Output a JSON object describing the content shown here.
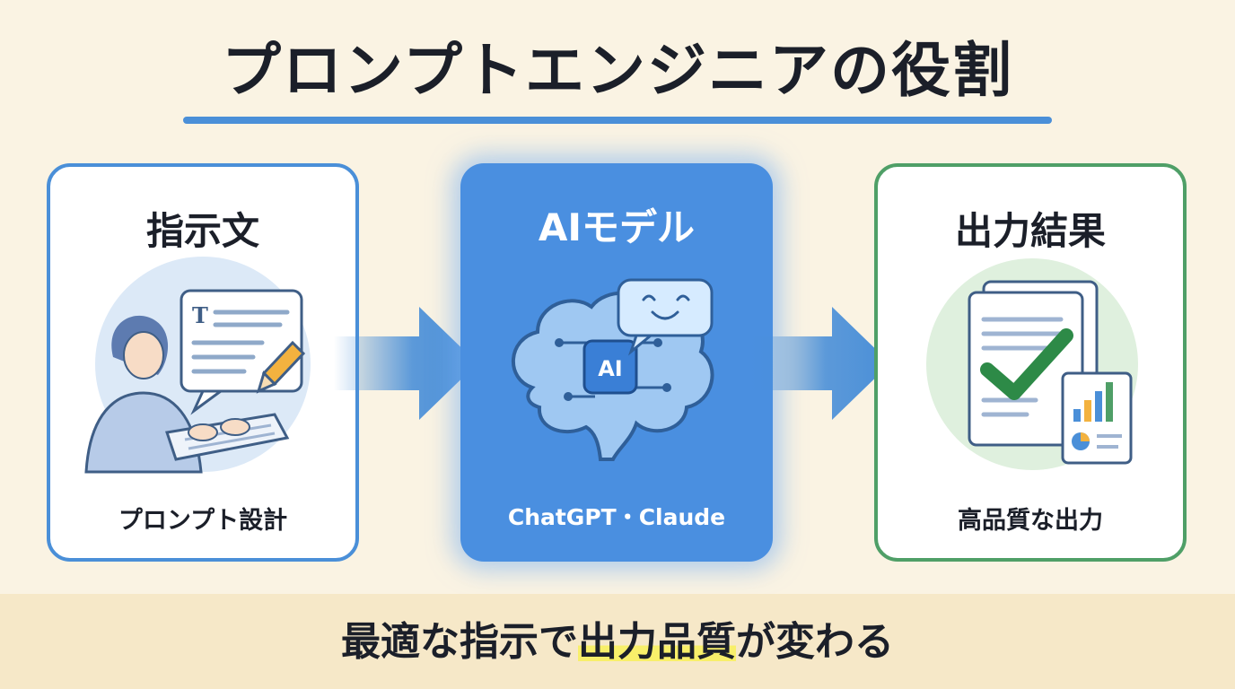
{
  "title": "プロンプトエンジニアの役割",
  "cards": {
    "input": {
      "title": "指示文",
      "caption": "プロンプト設計",
      "doc_letter": "T"
    },
    "model": {
      "title": "AIモデル",
      "caption": "ChatGPT・Claude",
      "chip_label": "AI"
    },
    "output": {
      "title": "出力結果",
      "caption": "高品質な出力"
    }
  },
  "bottom": {
    "prefix": "最適な指示で",
    "highlight": "出力品質",
    "suffix": "が変わる"
  },
  "colors": {
    "accent_blue": "#4a8fd8",
    "accent_green": "#4f9f67",
    "model_fill": "#4a8fe0",
    "highlight_yellow": "#f8ef6a",
    "background": "#faf3e3"
  }
}
